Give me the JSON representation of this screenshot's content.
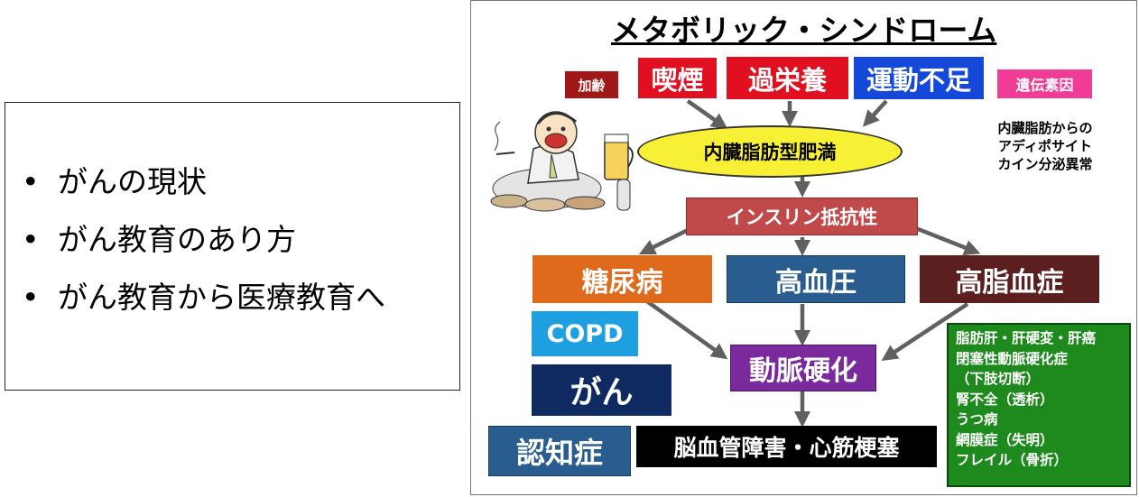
{
  "agenda": {
    "bullet": "•",
    "items": [
      "がんの現状",
      "がん教育のあり方",
      "がん教育から医療教育へ"
    ]
  },
  "diagram": {
    "title": "メタボリック・シンドローム",
    "causes": {
      "aging": "加齢",
      "smoking": "喫煙",
      "overnutrition": "過栄養",
      "lack_of_exercise": "運動不足",
      "genetics": "遺伝素因"
    },
    "center": "内臓脂肪型肥満",
    "note": [
      "内臓脂肪からの",
      "アディポサイト",
      "カイン分泌異常"
    ],
    "insulin": "インスリン抵抗性",
    "diseases": {
      "diabetes": "糖尿病",
      "hypertension": "高血圧",
      "dyslipidemia": "高脂血症"
    },
    "copd": "COPD",
    "cancer": "がん",
    "atherosclerosis": "動脈硬化",
    "dementia": "認知症",
    "stroke_mi": "脳血管障害・心筋梗塞",
    "complications": [
      "脂肪肝・肝硬変・肝癌",
      "閉塞性動脈硬化症",
      "（下肢切断）",
      "腎不全（透析）",
      "うつ病",
      "網膜症（失明）",
      "フレイル（骨折）"
    ]
  },
  "colors": {
    "red": "#e01020",
    "darkred": "#a01818",
    "blue": "#1448d8",
    "pink": "#f03c96",
    "yellow": "#f7f034",
    "insulin": "#c04a4a",
    "orange": "#e06a1c",
    "steel": "#2a5d8f",
    "maroon": "#5c1f1f",
    "cyan": "#1e9fe0",
    "navy": "#0f2a60",
    "purple": "#7a2a9c",
    "green": "#1e8a1e",
    "arrow": "#606060"
  },
  "illustration": "man-eating-drinking-illustration"
}
